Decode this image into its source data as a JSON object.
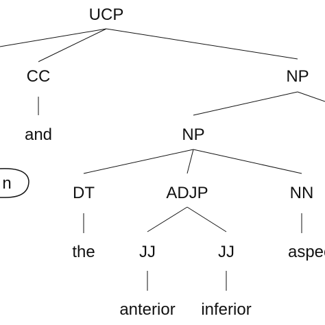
{
  "colors": {
    "ink": "#111111",
    "background": "#ffffff"
  },
  "tree": {
    "root": "UCP",
    "nodes": {
      "ucp": "UCP",
      "cc": "CC",
      "and": "and",
      "np_top": "NP",
      "np": "NP",
      "dt": "DT",
      "adjp": "ADJP",
      "nn": "NN",
      "the": "the",
      "jj_1": "JJ",
      "jj_2": "JJ",
      "aspect": "aspec",
      "anterior": "anterior",
      "inferior": "inferior",
      "cut_left": "n"
    }
  }
}
